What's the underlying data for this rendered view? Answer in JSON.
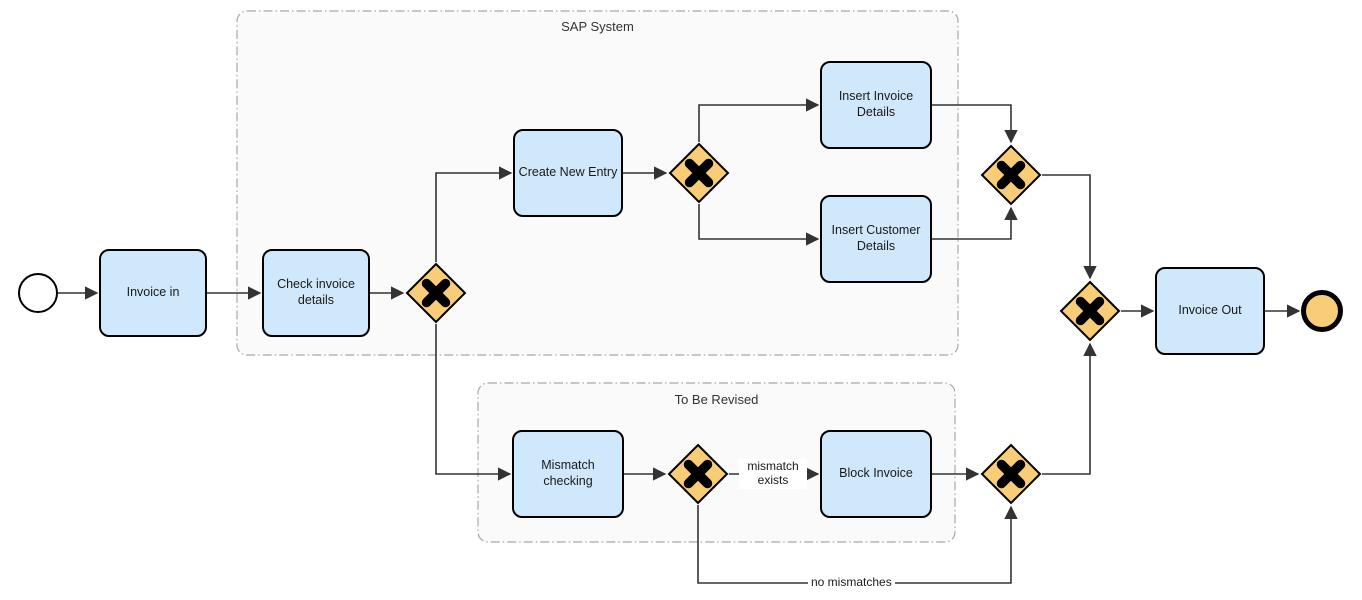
{
  "groups": [
    {
      "label": "SAP System"
    },
    {
      "label": "To Be Revised"
    }
  ],
  "tasks": [
    {
      "label": "Invoice in"
    },
    {
      "label": "Check invoice details"
    },
    {
      "label": "Create New Entry"
    },
    {
      "label": "Insert Invoice Details"
    },
    {
      "label": "Insert Customer Details"
    },
    {
      "label": "Mismatch checking"
    },
    {
      "label": "Block Invoice"
    },
    {
      "label": "Invoice Out"
    }
  ],
  "events": [
    {
      "type": "start-event"
    },
    {
      "type": "end-event"
    }
  ],
  "gateways": [
    {
      "type": "exclusive-xor"
    },
    {
      "type": "exclusive-xor"
    },
    {
      "type": "exclusive-xor"
    },
    {
      "type": "exclusive-xor"
    },
    {
      "type": "exclusive-xor"
    },
    {
      "type": "exclusive-xor"
    }
  ],
  "edge_labels": [
    {
      "label": "mismatch exists"
    },
    {
      "label": "no mismatches"
    }
  ],
  "colors": {
    "task_fill": "#cfe8fb",
    "gateway_fill": "#f9cd77",
    "end_event_fill": "#f9cd77",
    "shape_stroke": "#000000",
    "connector": "#333333",
    "group_stroke": "#a8a8a8",
    "label_color": "#1a1a1a"
  }
}
